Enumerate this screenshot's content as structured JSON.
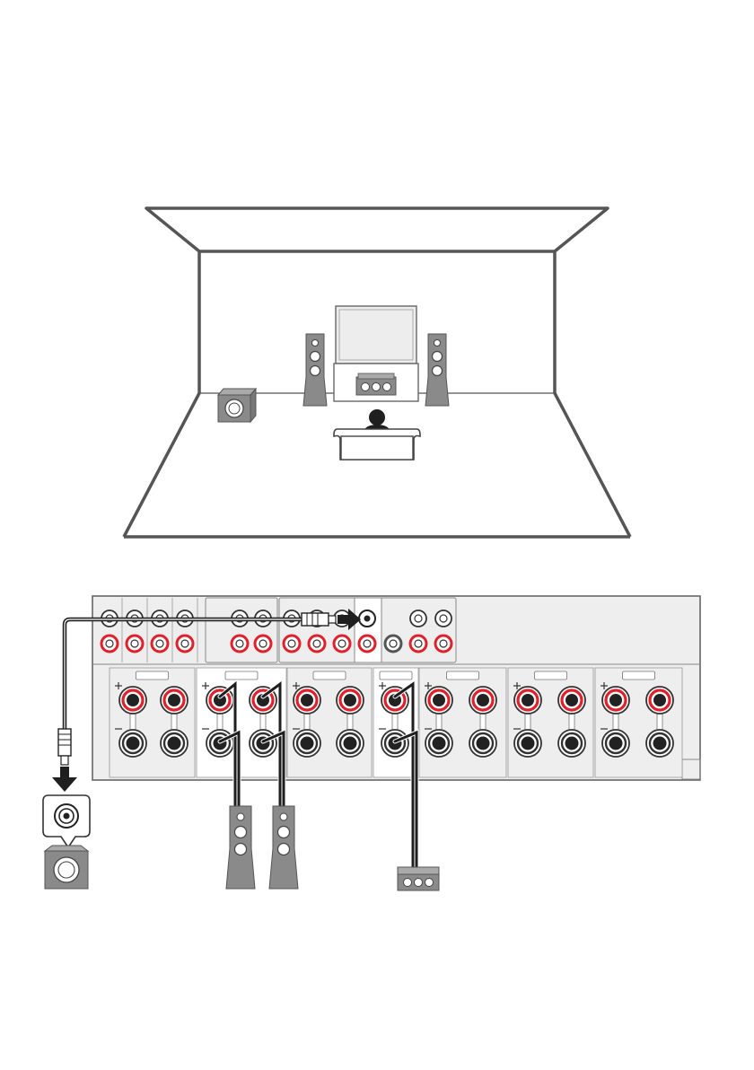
{
  "colors": {
    "outline": "#555555",
    "speaker_body": "#8a8a8a",
    "speaker_face": "#6f6f6f",
    "screen_fill": "#ededed",
    "panel_fill": "#eeeeee",
    "highlight_fill": "#ffffff",
    "terminal_red": "#e0202a",
    "cable": "#1f1f1f",
    "person": "#1f1f1f"
  },
  "icons": {
    "room": "room-perspective-icon",
    "front_left": "tower-speaker-icon",
    "front_right": "tower-speaker-icon",
    "center": "center-speaker-icon",
    "subwoofer": "subwoofer-icon",
    "listener": "listener-icon",
    "sofa": "sofa-icon",
    "tv": "tv-screen-icon",
    "rca_jack": "rca-jack-icon",
    "arrow": "arrow-icon"
  },
  "panel": {
    "speaker_groups": 7,
    "highlighted_groups": [
      1,
      3
    ]
  }
}
